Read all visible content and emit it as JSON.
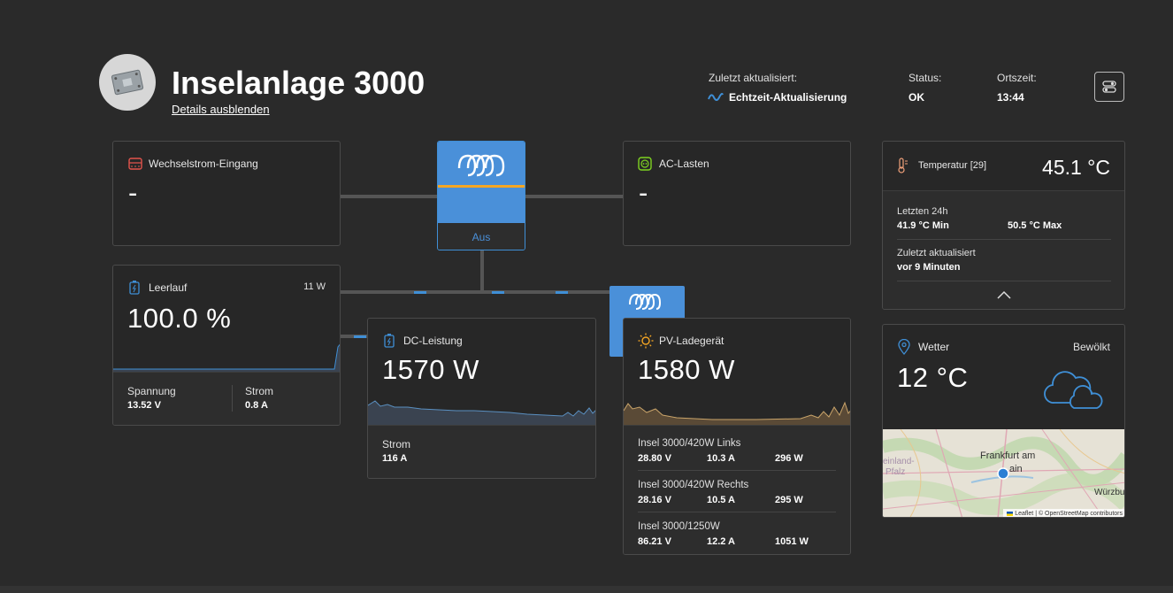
{
  "header": {
    "title": "Inselanlage 3000",
    "details_link": "Details ausblenden",
    "updated_label": "Zuletzt aktualisiert:",
    "updated_value": "Echtzeit-Aktualisierung",
    "status_label": "Status:",
    "status_value": "OK",
    "time_label": "Ortszeit:",
    "time_value": "13:44"
  },
  "ac_input": {
    "title": "Wechselstrom-Eingang",
    "value": "-"
  },
  "inverter": {
    "state": "Aus"
  },
  "ac_loads": {
    "title": "AC-Lasten",
    "value": "-"
  },
  "battery": {
    "title": "Leerlauf",
    "power": "11 W",
    "soc": "100.0 %",
    "voltage_label": "Spannung",
    "voltage": "13.52 V",
    "current_label": "Strom",
    "current": "0.8 A"
  },
  "dc_power": {
    "title": "DC-Leistung",
    "value": "1570 W",
    "current_label": "Strom",
    "current": "116 A"
  },
  "pv_charger": {
    "title": "PV-Ladegerät",
    "value": "1580 W",
    "chargers": [
      {
        "name": "Insel 3000/420W Links",
        "voltage": "28.80 V",
        "current": "10.3 A",
        "power": "296 W"
      },
      {
        "name": "Insel 3000/420W Rechts",
        "voltage": "28.16 V",
        "current": "10.5 A",
        "power": "295 W"
      },
      {
        "name": "Insel 3000/1250W",
        "voltage": "86.21 V",
        "current": "12.2 A",
        "power": "1051 W"
      }
    ]
  },
  "temperature": {
    "title": "Temperatur [29]",
    "value": "45.1 °C",
    "last24_label": "Letzten 24h",
    "min": "41.9 °C Min",
    "max": "50.5 °C Max",
    "updated_label": "Zuletzt aktualisiert",
    "updated_value": "vor 9 Minuten"
  },
  "weather": {
    "title": "Wetter",
    "condition": "Bewölkt",
    "temp": "12 °C",
    "map_city": "Frankfurt am",
    "map_city2": "ain",
    "map_region1": "einland-",
    "map_region2": "Pfalz",
    "map_city3": "Würzbu",
    "attribution": "Leaflet | © OpenStreetMap contributors"
  },
  "colors": {
    "accent": "#3f8fd6",
    "victron_blue": "#4a90d9",
    "orange": "#f5a623",
    "ok_green": "#7ed321"
  }
}
